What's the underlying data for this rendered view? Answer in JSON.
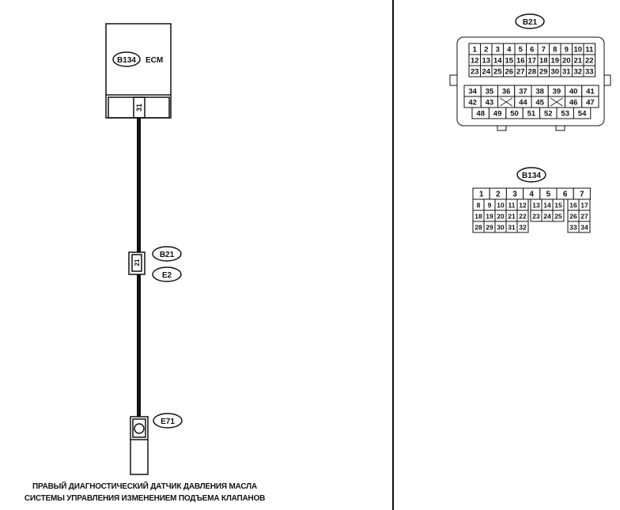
{
  "left": {
    "ecm": {
      "connector_id": "B134",
      "label": "ECM",
      "pin": "31"
    },
    "joint_connector": {
      "pin": "21",
      "ids": [
        "B21",
        "E2"
      ]
    },
    "sensor": {
      "connector_id": "E71"
    },
    "caption_lines": [
      "ПРАВЫЙ ДИАГНОСТИЧЕСКИЙ ДАТЧИК ДАВЛЕНИЯ МАСЛА",
      "СИСТЕМЫ УПРАВЛЕНИЯ ИЗМЕНЕНИЕМ ПОДЪЕМА КЛАПАНОВ"
    ]
  },
  "right": {
    "b21": {
      "id": "B21",
      "top_rows": [
        [
          "1",
          "2",
          "3",
          "4",
          "5",
          "6",
          "7",
          "8",
          "9",
          "10",
          "11"
        ],
        [
          "12",
          "13",
          "14",
          "15",
          "16",
          "17",
          "18",
          "19",
          "20",
          "21",
          "22"
        ],
        [
          "23",
          "24",
          "25",
          "26",
          "27",
          "28",
          "29",
          "30",
          "31",
          "32",
          "33"
        ]
      ],
      "bottom_rows": [
        [
          "34",
          "35",
          "36",
          "37",
          "38",
          "39",
          "40",
          "41"
        ],
        [
          "42",
          "43",
          null,
          "44",
          "45",
          null,
          "46",
          "47"
        ],
        [
          "48",
          "49",
          "50",
          "51",
          "52",
          "53",
          "54"
        ]
      ]
    },
    "b134": {
      "id": "B134",
      "rows": [
        [
          [
            "1",
            "2",
            "3",
            "4",
            "5",
            "6",
            "7"
          ]
        ],
        [
          [
            "8",
            "9",
            "10",
            "11",
            "12"
          ],
          [
            "13",
            "14",
            "15"
          ],
          [
            "16",
            "17"
          ]
        ],
        [
          [
            "18",
            "19",
            "20",
            "21",
            "22"
          ],
          [
            "23",
            "24",
            "25"
          ],
          [
            "26",
            "27"
          ]
        ],
        [
          [
            "28",
            "29",
            "30",
            "31",
            "32"
          ],
          [],
          [
            "33",
            "34"
          ]
        ]
      ]
    }
  }
}
